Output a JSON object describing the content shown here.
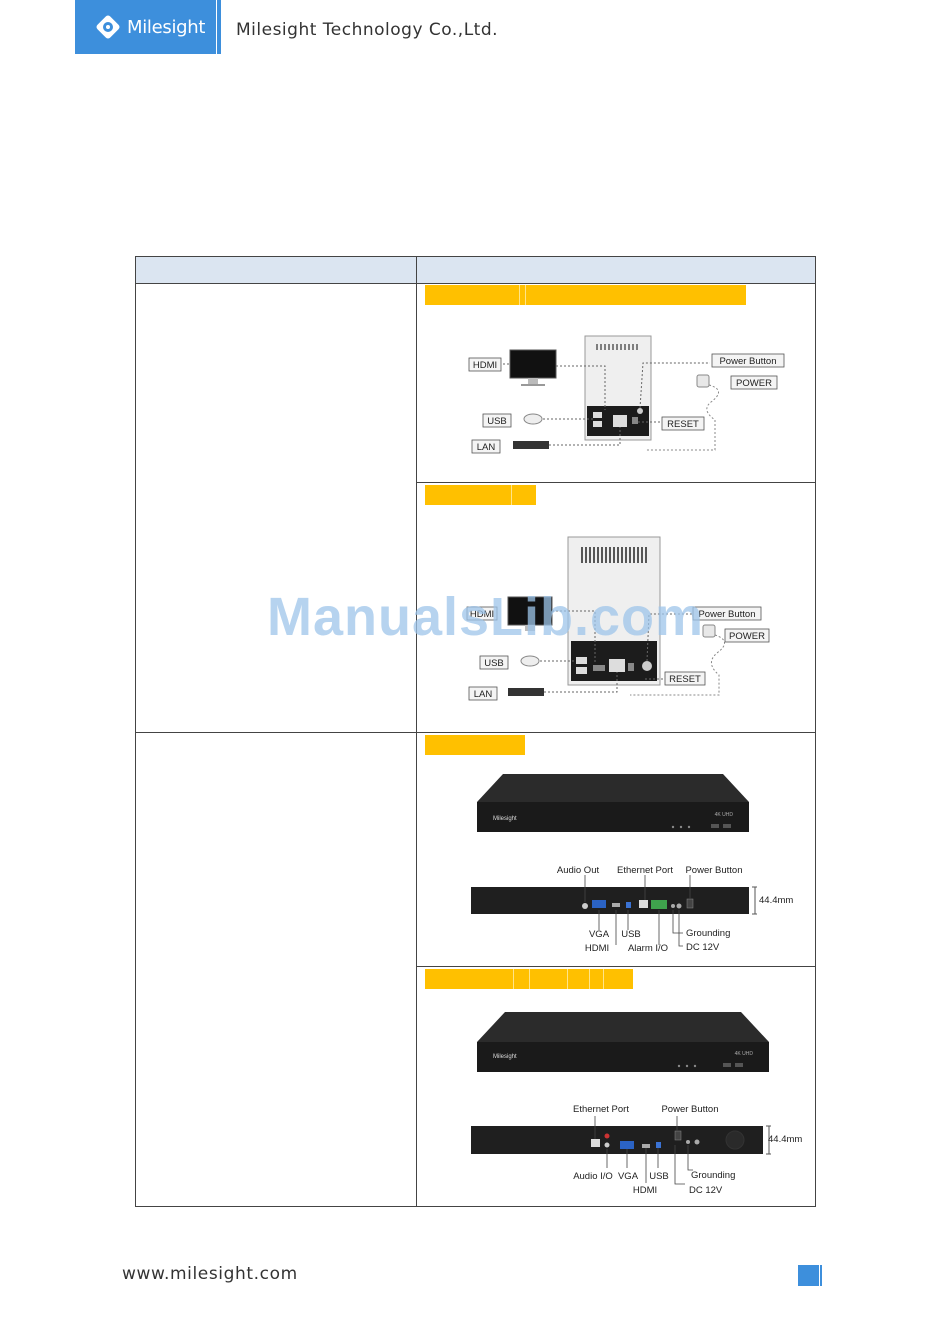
{
  "header": {
    "logo_text": "Milesight",
    "company": "Milesight Technology Co.,Ltd."
  },
  "watermark": "ManualsLib.com",
  "diagrams": {
    "mini1": {
      "hdmi": "HDMI",
      "usb": "USB",
      "lan": "LAN",
      "power_button": "Power Button",
      "power": "POWER",
      "reset": "RESET"
    },
    "mini2": {
      "hdmi": "HDMI",
      "usb": "USB",
      "lan": "LAN",
      "power_button": "Power Button",
      "power": "POWER",
      "reset": "RESET"
    },
    "nvr1": {
      "audio_out": "Audio Out",
      "ethernet_port": "Ethernet Port",
      "power_button": "Power Button",
      "height": "44.4mm",
      "vga": "VGA",
      "hdmi": "HDMI",
      "usb": "USB",
      "alarm_io": "Alarm I/O",
      "grounding": "Grounding",
      "dc": "DC 12V",
      "front_logo": "Milesight",
      "front_badge": "4K UHD"
    },
    "nvr2": {
      "ethernet_port": "Ethernet Port",
      "power_button": "Power Button",
      "height": "44.4mm",
      "audio_io": "Audio I/O",
      "vga": "VGA",
      "usb": "USB",
      "hdmi": "HDMI",
      "grounding": "Grounding",
      "dc": "DC 12V",
      "front_logo": "Milesight",
      "front_badge": "4K UHD"
    }
  },
  "footer": {
    "url": "www.milesight.com"
  },
  "colors": {
    "brand": "#3d8fdc",
    "highlight": "#ffc000",
    "table_header": "#dbe5f1"
  }
}
